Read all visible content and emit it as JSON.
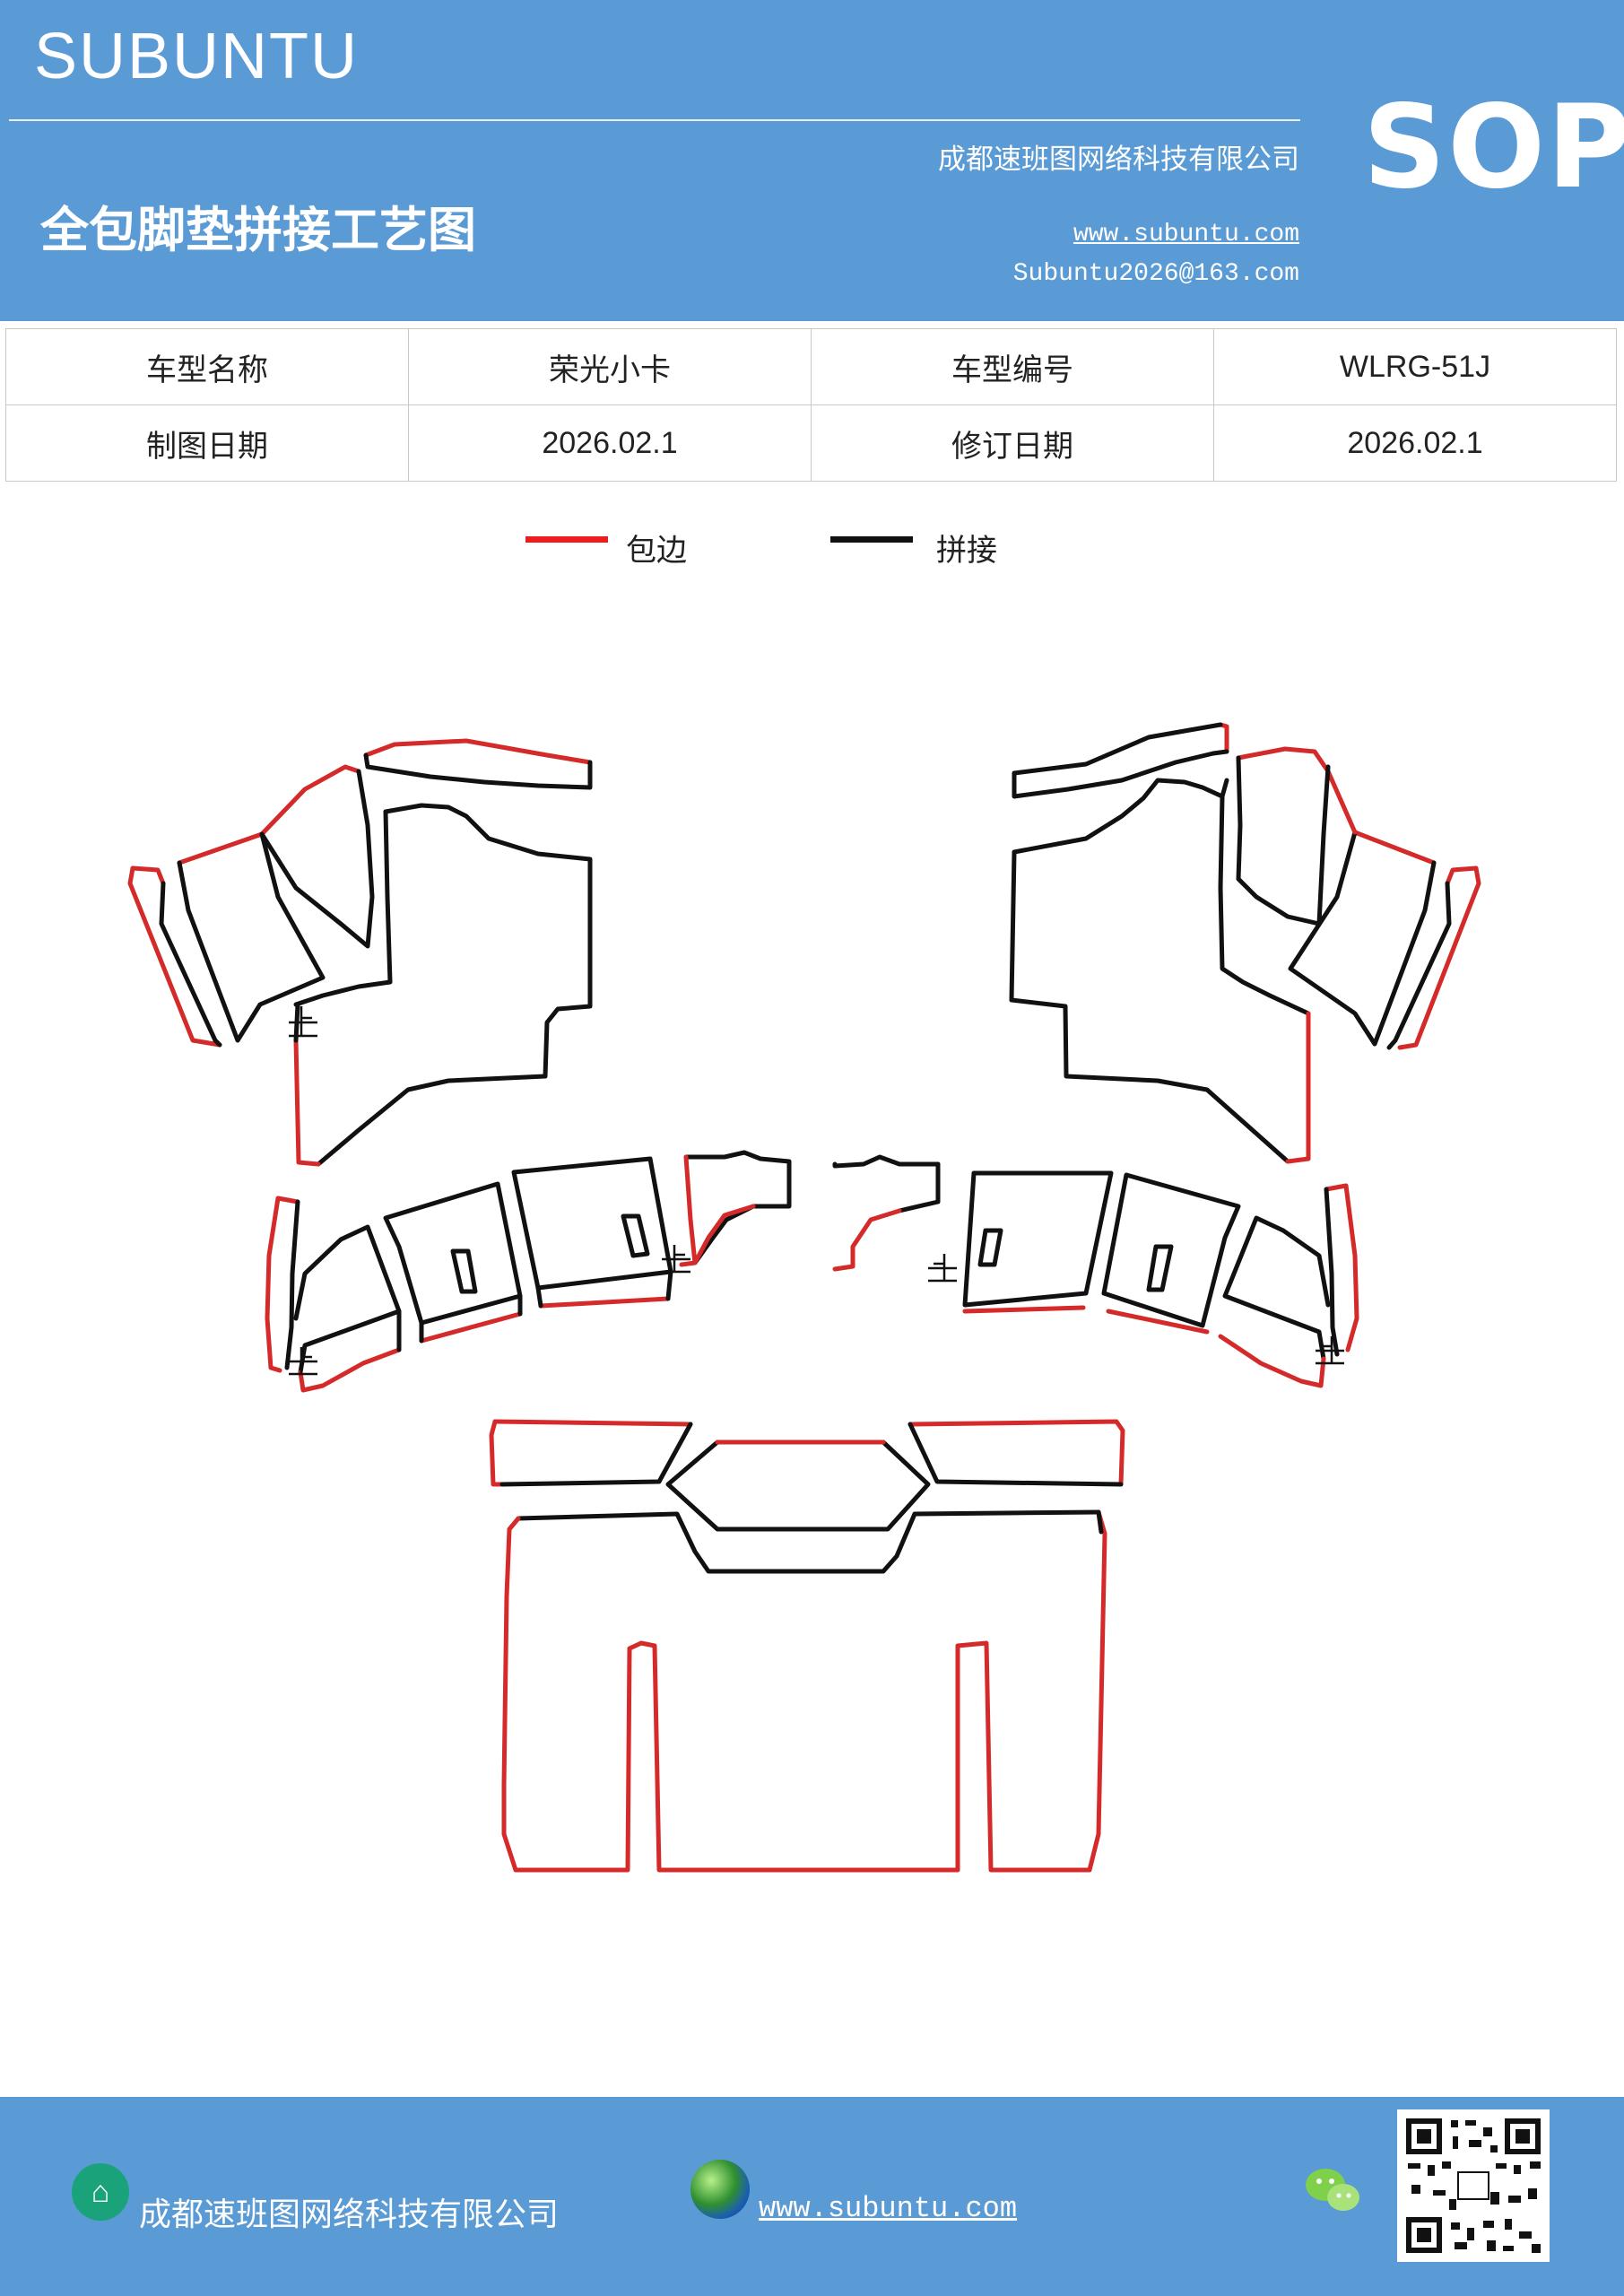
{
  "header": {
    "brand": "SUBUNTU",
    "company": "成都速班图网络科技有限公司",
    "title": "全包脚垫拼接工艺图",
    "website": "www.subuntu.com",
    "email": "Subuntu2026@163.com",
    "badge": "SOP"
  },
  "info_table": {
    "rows": [
      [
        "车型名称",
        "荣光小卡",
        "车型编号",
        "WLRG-51J"
      ],
      [
        "制图日期",
        "2026.02.1",
        "修订日期",
        "2026.02.1"
      ]
    ]
  },
  "legend": {
    "items": [
      {
        "label": "包边",
        "color": "#ee1c1c"
      },
      {
        "label": "拼接",
        "color": "#111111"
      }
    ]
  },
  "diagram": {
    "marker": "上",
    "colors": {
      "binding": "#d42a2a",
      "seam": "#111111"
    }
  },
  "footer": {
    "company": "成都速班图网络科技有限公司",
    "website": "www.subuntu.com",
    "icons": [
      "building-icon",
      "globe-icon",
      "wechat-icon",
      "qr-code"
    ]
  }
}
